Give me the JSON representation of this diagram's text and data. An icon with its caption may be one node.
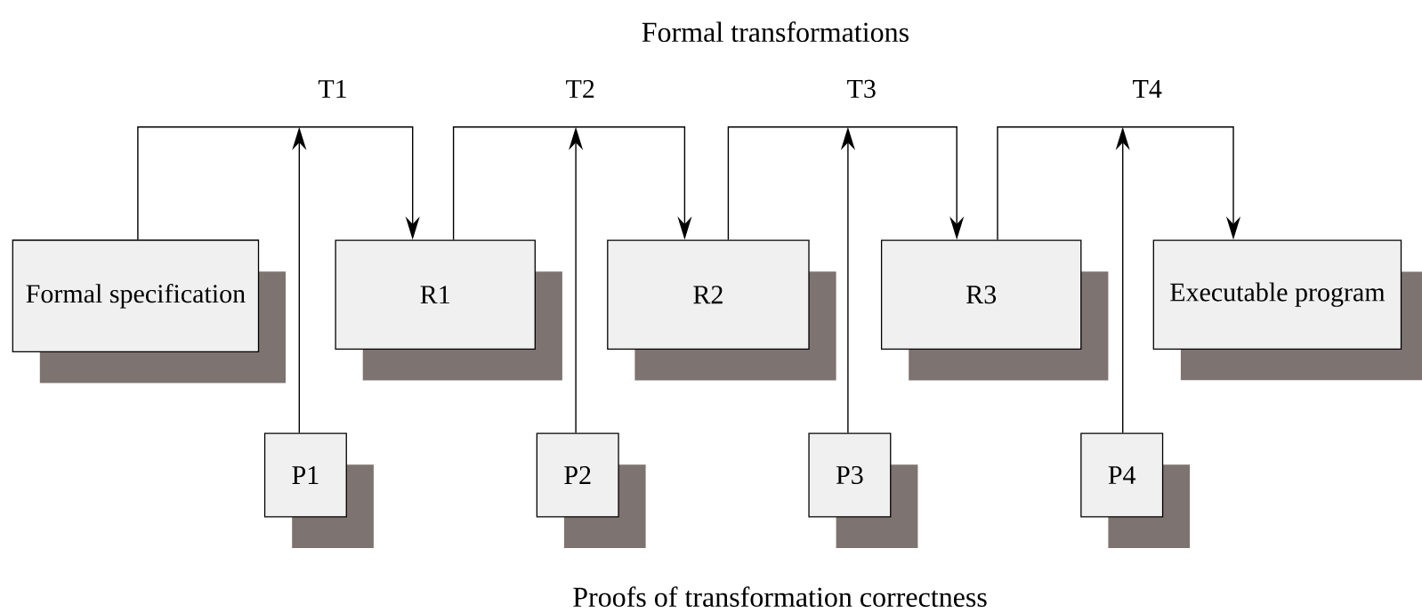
{
  "diagram": {
    "title": "Formal transformations",
    "caption": "Proofs of transformation correctness",
    "nodes": [
      {
        "text": [
          "Formal specification"
        ]
      },
      {
        "text": [
          "R1"
        ]
      },
      {
        "text": [
          "R2"
        ]
      },
      {
        "text": [
          "R3"
        ]
      },
      {
        "text": [
          "Executable program"
        ]
      },
      {
        "text": [
          "P1"
        ]
      },
      {
        "text": [
          "P2"
        ]
      },
      {
        "text": [
          "P3"
        ]
      },
      {
        "text": [
          "P4"
        ]
      }
    ],
    "edges": [
      {
        "from": 0,
        "to": 1,
        "arrow": "to",
        "label": "T1"
      },
      {
        "from": 1,
        "to": 2,
        "arrow": "to",
        "label": "T2"
      },
      {
        "from": 2,
        "to": 3,
        "arrow": "to",
        "label": "T3"
      },
      {
        "from": 3,
        "to": 4,
        "arrow": "to",
        "label": "T4"
      },
      {
        "from": 5,
        "to": null,
        "arrow": "to"
      },
      {
        "from": 6,
        "to": null,
        "arrow": "to"
      },
      {
        "from": 7,
        "to": null,
        "arrow": "to"
      },
      {
        "from": 8,
        "to": null,
        "arrow": "to"
      }
    ]
  }
}
